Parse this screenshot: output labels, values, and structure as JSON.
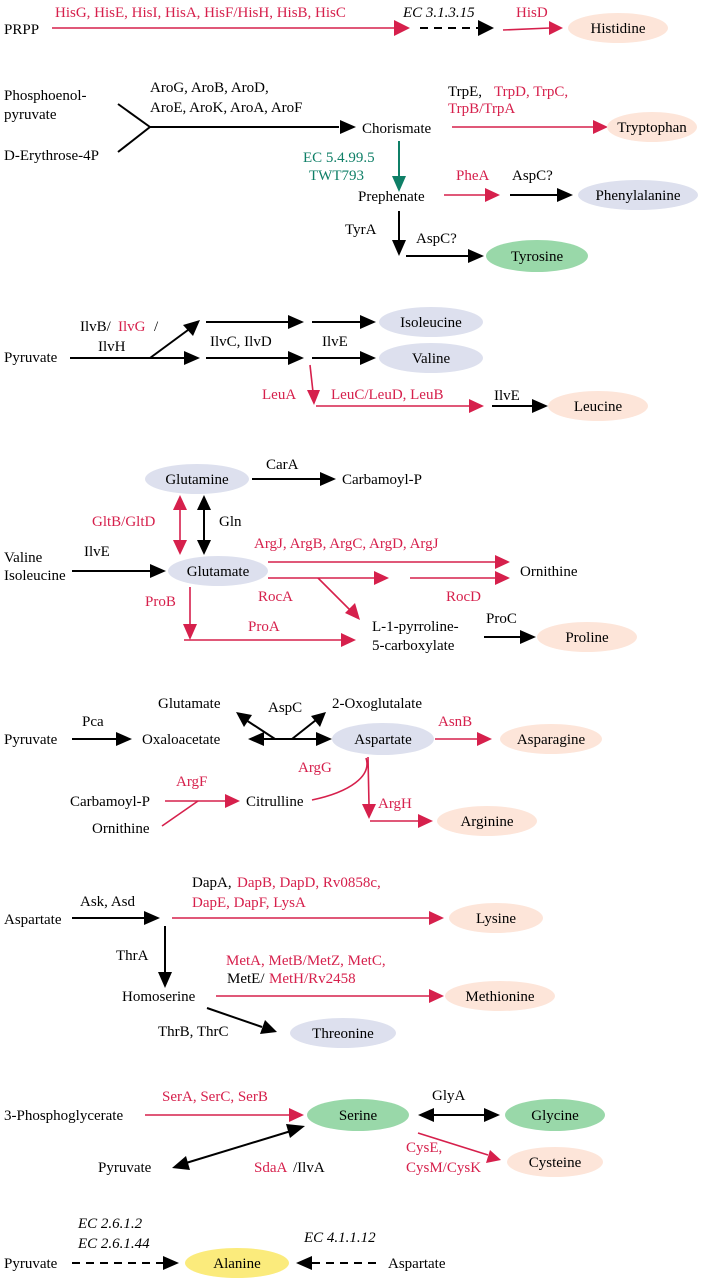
{
  "colors": {
    "black": "#000000",
    "red": "#d6204c",
    "teal": "#0f7f67",
    "pink_node": "#fde5d9",
    "lavender_node": "#dde0ee",
    "green_node": "#99d8a9",
    "yellow_node": "#fbeb7c"
  },
  "his": {
    "prpp": "PRPP",
    "enzymes": "HisG, HisE, HisI, HisA, HisF/HisH, HisB, HisC",
    "ec": "EC 3.1.3.15",
    "hisd": "HisD",
    "product": "Histidine"
  },
  "aro": {
    "pep1": "Phosphoenol-",
    "pep2": "pyruvate",
    "e4p": "D-Erythrose-4P",
    "enz1": "AroG, AroB, AroD,",
    "enz2": "AroE, AroK, AroA, AroF",
    "chorismate": "Chorismate",
    "trpe": "TrpE,",
    "trp_red1": "TrpD, TrpC,",
    "trp_red2": "TrpB/TrpA",
    "tryptophan": "Tryptophan",
    "ec": "EC 5.4.99.5",
    "twt": "TWT793",
    "prephenate": "Prephenate",
    "phea": "PheA",
    "aspc1": "AspC?",
    "phenylalanine": "Phenylalanine",
    "tyra": "TyrA",
    "aspc2": "AspC?",
    "tyrosine": "Tyrosine"
  },
  "bcaa": {
    "ilvb_a": "IlvB/",
    "ilvg": "IlvG",
    "slash": "/",
    "ilvh": "IlvH",
    "pyruvate": "Pyruvate",
    "ilvcd": "IlvC, IlvD",
    "ilve": "IlvE",
    "isoleucine": "Isoleucine",
    "valine": "Valine",
    "leua": "LeuA",
    "leuc": "LeuC/LeuD, LeuB",
    "ilve2": "IlvE",
    "leucine": "Leucine"
  },
  "glu": {
    "glutamine": "Glutamine",
    "cara": "CarA",
    "carbamoyl": "Carbamoyl-P",
    "gltb": "GltB/GltD",
    "gln": "Gln",
    "valine": "Valine",
    "isoleucine": "Isoleucine",
    "ilve": "IlvE",
    "glutamate": "Glutamate",
    "arg": "ArgJ, ArgB, ArgC, ArgD, ArgJ",
    "ornithine": "Ornithine",
    "proB": "ProB",
    "roca": "RocA",
    "rocd": "RocD",
    "proa": "ProA",
    "p5c1": "L-1-pyrroline-",
    "p5c2": "5-carboxylate",
    "proc": "ProC",
    "proline": "Proline"
  },
  "asp": {
    "glutamate": "Glutamate",
    "aspc": "AspC",
    "oxoglutarate": "2-Oxoglutalate",
    "pyruvate": "Pyruvate",
    "pca": "Pca",
    "oxaloacetate": "Oxaloacetate",
    "aspartate": "Aspartate",
    "asnb": "AsnB",
    "asparagine": "Asparagine",
    "argf": "ArgF",
    "argg": "ArgG",
    "carbamoyl": "Carbamoyl-P",
    "citrulline": "Citrulline",
    "ornithine": "Ornithine",
    "argh": "ArgH",
    "arginine": "Arginine"
  },
  "lys": {
    "dapa": "DapA,",
    "dap_red1": "DapB, DapD, Rv0858c,",
    "dap_red2": "DapE, DapF, LysA",
    "aspartate": "Aspartate",
    "askasd": "Ask, Asd",
    "lysine": "Lysine",
    "thra": "ThrA",
    "met1": "MetA, MetB/MetZ, MetC,",
    "mete": "MetE/",
    "meth": "MetH/Rv2458",
    "homoserine": "Homoserine",
    "methionine": "Methionine",
    "thrbc": "ThrB, ThrC",
    "threonine": "Threonine"
  },
  "ser": {
    "sera": "SerA, SerC, SerB",
    "pga": "3-Phosphoglycerate",
    "serine": "Serine",
    "glya": "GlyA",
    "glycine": "Glycine",
    "cyse1": "CysE,",
    "cyse2": "CysM/CysK",
    "cysteine": "Cysteine",
    "pyruvate": "Pyruvate",
    "sdaa": "SdaA",
    "ilva": "/IlvA"
  },
  "ala": {
    "ec1": "EC 2.6.1.2",
    "ec2": "EC 2.6.1.44",
    "ec3": "EC 4.1.1.12",
    "pyruvate": "Pyruvate",
    "alanine": "Alanine",
    "aspartate": "Aspartate"
  }
}
